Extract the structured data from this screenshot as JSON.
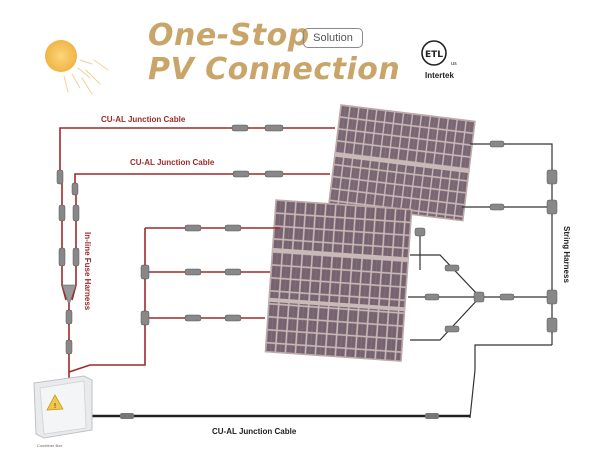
{
  "header": {
    "title_line1": "One-Stop",
    "title_line2": "PV Connection",
    "badge": "Solution"
  },
  "certification": {
    "mark": "ETL",
    "us": "us",
    "lab": "Intertek"
  },
  "labels": {
    "cable_top": "CU-AL Junction Cable",
    "cable_middle": "CU-AL Junction Cable",
    "cable_bottom": "CU-AL Junction Cable",
    "fuse_harness": "In-line Fuse Harness",
    "string_harness": "String Harness",
    "combiner_box": "Combiner Box"
  },
  "colors": {
    "title_gold": "#c9a56a",
    "cable_red": "#9e2a2a",
    "cable_dark": "#222222",
    "panel_cell": "#7a6673",
    "panel_frame": "#c9b9b8",
    "sun": "#f4c05a"
  }
}
